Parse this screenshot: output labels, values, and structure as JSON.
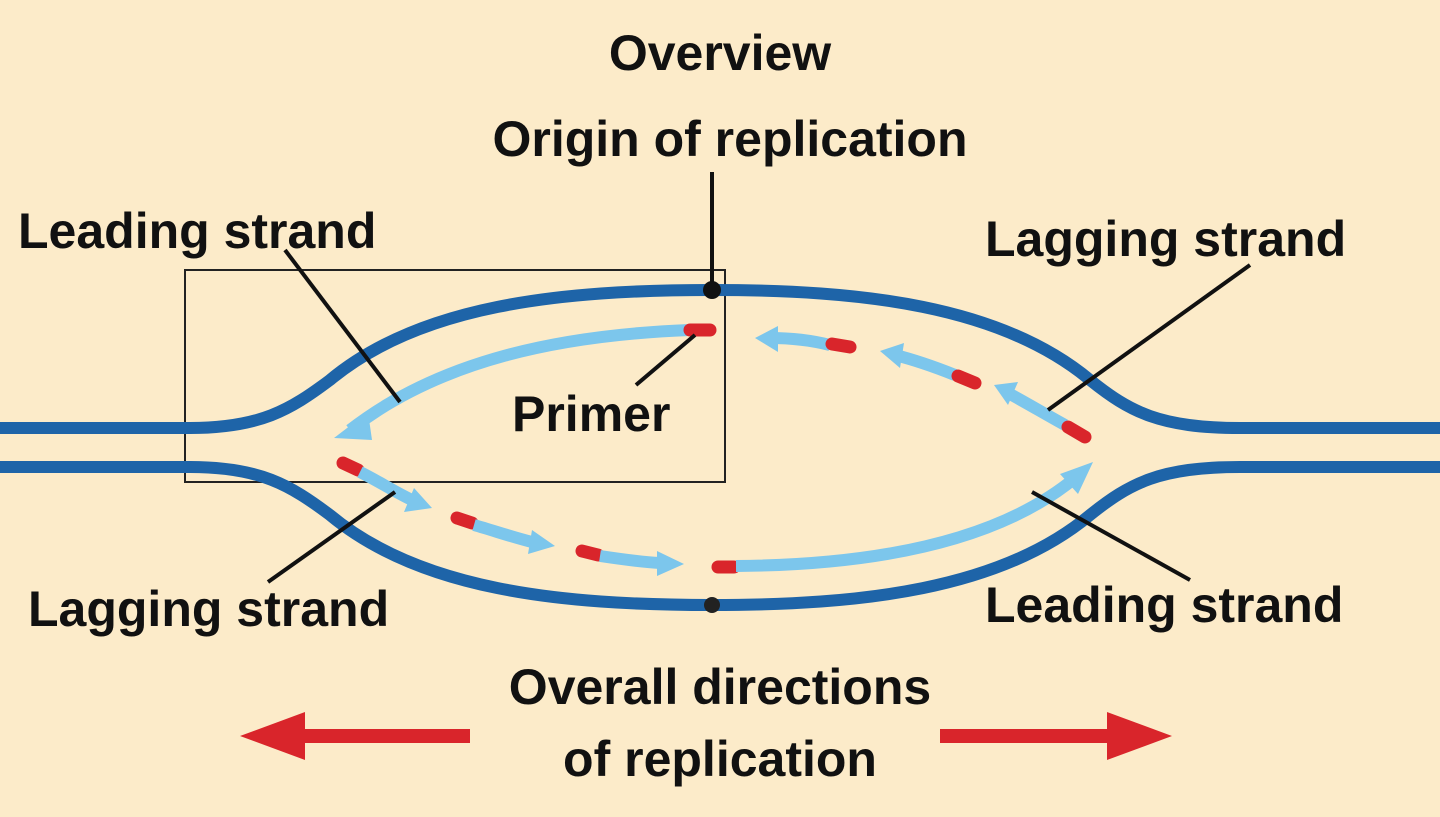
{
  "title": "Overview",
  "labels": {
    "origin": "Origin of replication",
    "leading_left": "Leading strand",
    "lagging_right": "Lagging strand",
    "primer": "Primer",
    "lagging_left": "Lagging strand",
    "leading_right": "Leading strand",
    "overall_line1": "Overall directions",
    "overall_line2": "of replication"
  },
  "colors": {
    "background": "#fcebc9",
    "parental_strand": "#1e64a8",
    "new_strand": "#7cc6ec",
    "primer": "#d9252b",
    "direction_arrow": "#d9252b",
    "text": "#111111"
  }
}
